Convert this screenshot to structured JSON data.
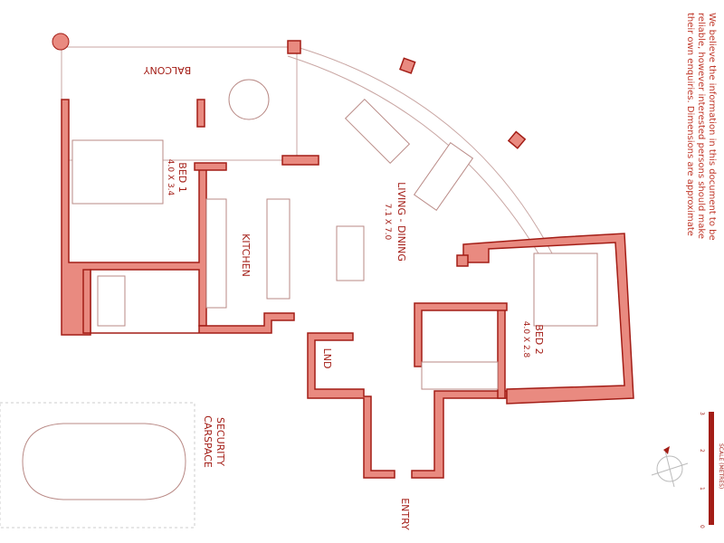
{
  "rooms": {
    "balcony": "BALCONY",
    "bed1": {
      "name": "BED 1",
      "size": "4.0 X 3.4"
    },
    "kitchen": "KITCHEN",
    "living": {
      "name": "LIVING - DINING",
      "size": "7.1 X 7.0"
    },
    "bed2": {
      "name": "BED 2",
      "size": "4.0 X 2.8"
    },
    "laundry": "LND",
    "carspace": {
      "line1": "SECURITY",
      "line2": "CARSPACE"
    },
    "entry": "ENTRY"
  },
  "disclaimer": {
    "line1": "We believe the information in this document to be",
    "line2": "reliable, however interested persons should make",
    "line3": "their own enquiries. Dimensions are approximate"
  },
  "scale": {
    "title": "SCALE (METRES)",
    "ticks": [
      "0",
      "1",
      "2",
      "3"
    ]
  },
  "colors": {
    "wall": "#e98a80",
    "outline": "#a31d16"
  }
}
